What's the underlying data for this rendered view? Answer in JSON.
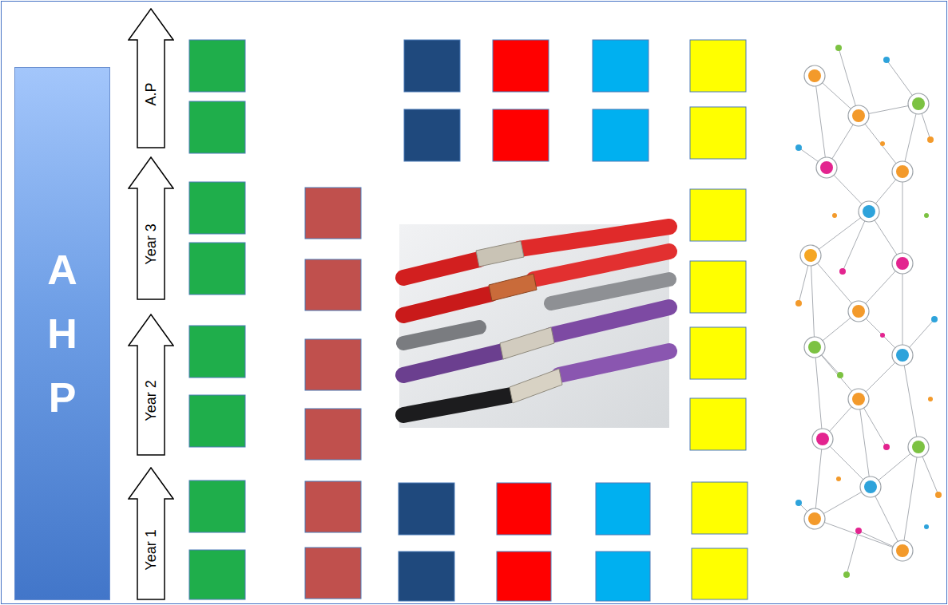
{
  "diagram": {
    "nodes": [
      {
        "text": [
          "A H P"
        ]
      },
      {
        "text": [
          "A.P"
        ]
      },
      {
        "text": [
          "Year 3"
        ]
      },
      {
        "text": [
          "Year 2"
        ]
      },
      {
        "text": [
          "Year 1"
        ]
      }
    ]
  }
}
